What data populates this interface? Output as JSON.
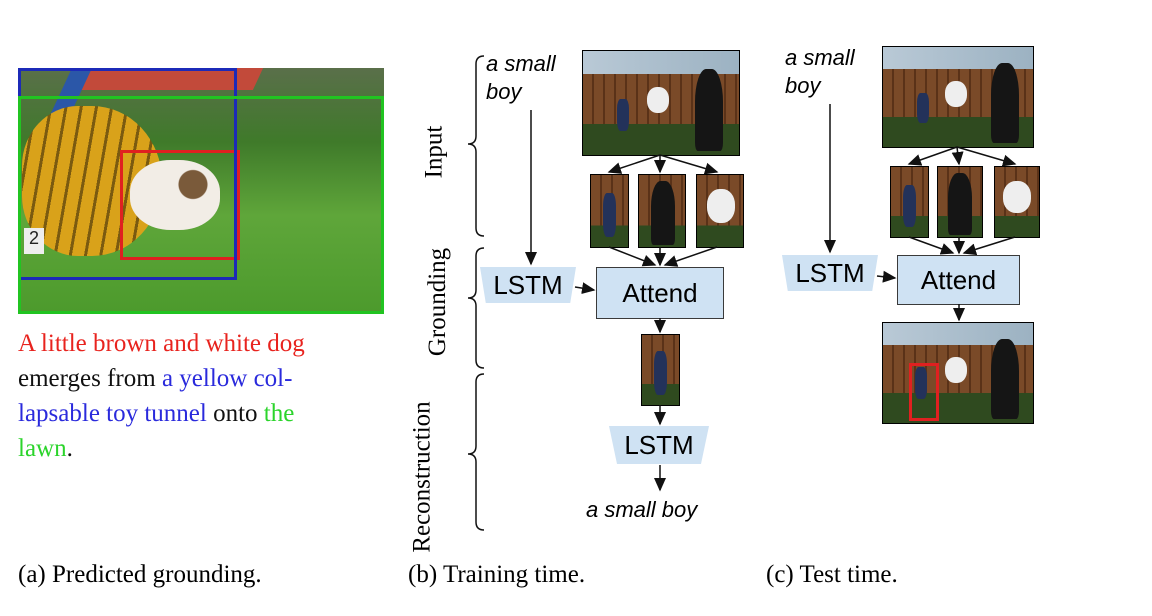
{
  "panel_a": {
    "text_lines": [
      [
        {
          "t": "A little brown and white dog",
          "c": "#e8231e"
        }
      ],
      [
        {
          "t": "emerges from ",
          "c": "#111111"
        },
        {
          "t": "a yellow col-",
          "c": "#2a2adc"
        }
      ],
      [
        {
          "t": "lapsable toy tunnel",
          "c": "#2a2adc"
        },
        {
          "t": " onto ",
          "c": "#111111"
        },
        {
          "t": "the",
          "c": "#2bd42b"
        }
      ],
      [
        {
          "t": "lawn",
          "c": "#2bd42b"
        },
        {
          "t": ".",
          "c": "#111111"
        }
      ]
    ],
    "tunnel_number": "2",
    "caption": "(a) Predicted grounding.",
    "box_colors": {
      "red": "#e02020",
      "blue": "#1c2ab8",
      "green": "#21c421"
    }
  },
  "panel_b": {
    "phrase_in": [
      "a small",
      "boy"
    ],
    "lstm_in": "LSTM",
    "attend": "Attend",
    "lstm_out": "LSTM",
    "phrase_out": "a small boy",
    "stage_input": "Input",
    "stage_grounding": "Grounding",
    "stage_reconstruction": "Reconstruction",
    "caption": "(b) Training time."
  },
  "panel_c": {
    "phrase_in": [
      "a small",
      "boy"
    ],
    "lstm": "LSTM",
    "attend": "Attend",
    "caption": "(c) Test time."
  },
  "colors": {
    "box_fill": "#cfe2f3",
    "box_border": "#3a3a3a",
    "arrow": "#111111",
    "highlight": "#e02020"
  }
}
